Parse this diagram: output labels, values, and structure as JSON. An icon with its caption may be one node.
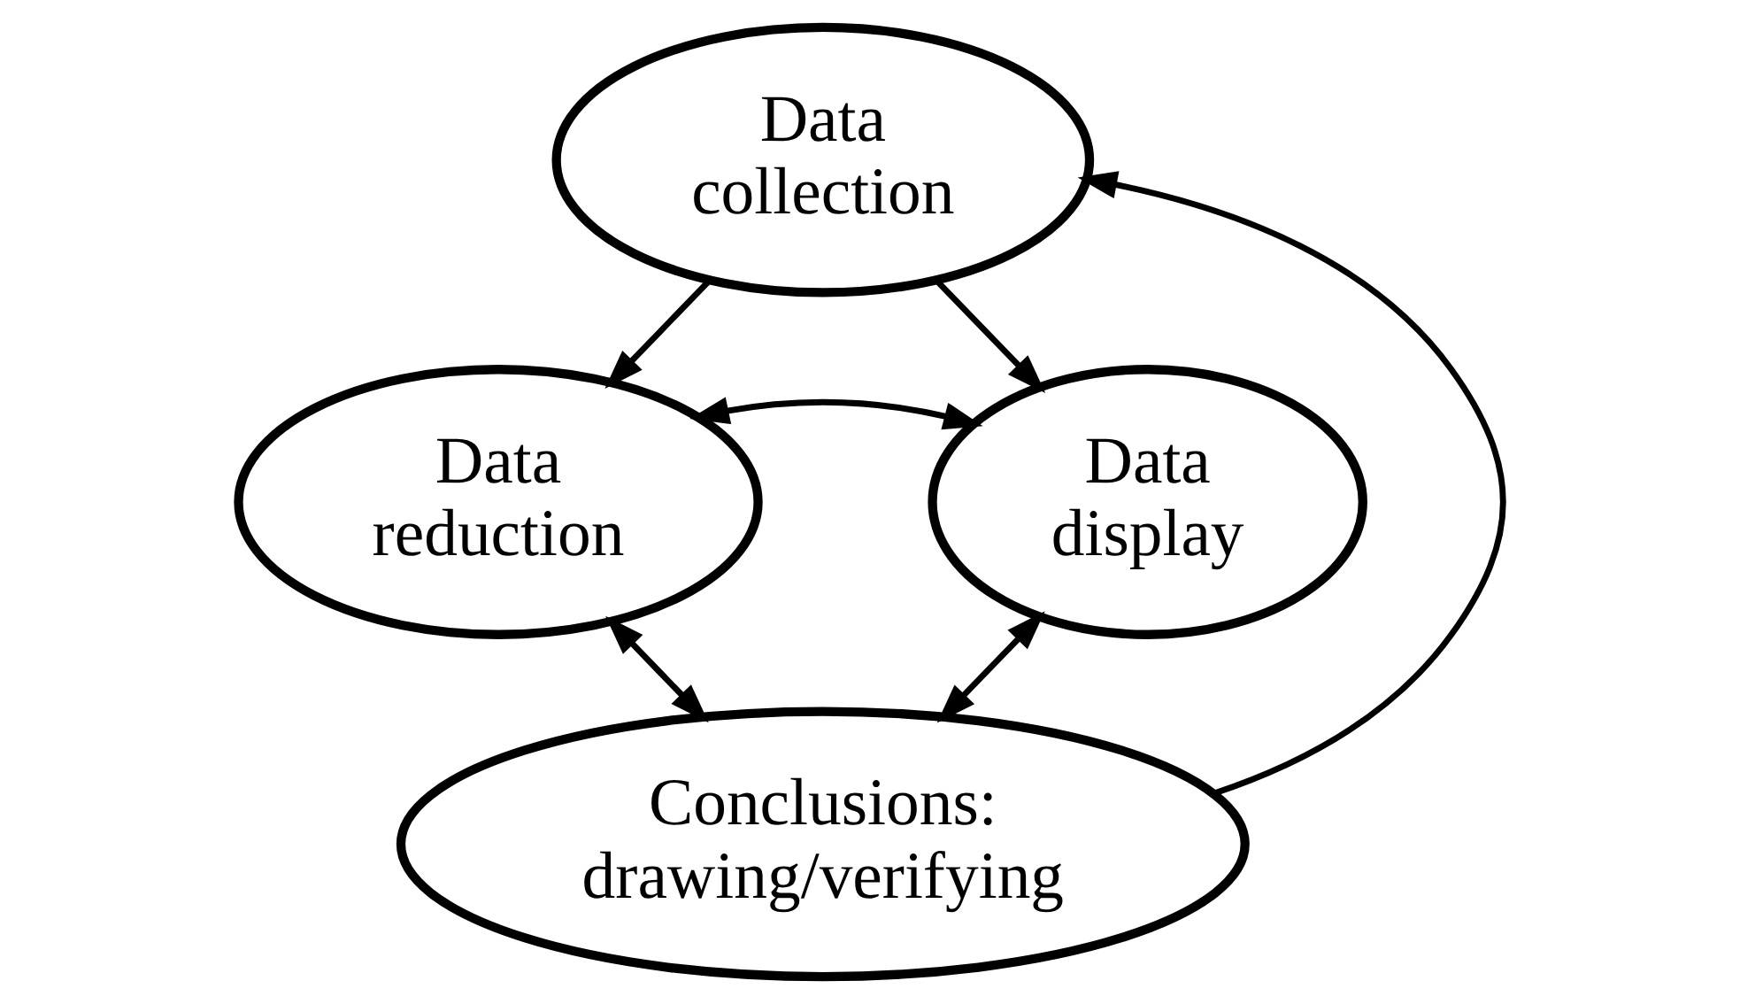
{
  "diagram": {
    "nodes": [
      {
        "text": [
          "Data collection"
        ]
      },
      {
        "text": [
          "Data display"
        ]
      },
      {
        "text": [
          "Data reduction"
        ]
      },
      {
        "text": [
          "Conclusions: drawing/verifying"
        ]
      }
    ],
    "edges": [
      {
        "from": 0,
        "to": 1,
        "arrow": "to"
      },
      {
        "from": 0,
        "to": 2,
        "arrow": "to"
      },
      {
        "from": 2,
        "to": 1,
        "arrow": "both"
      },
      {
        "from": 1,
        "to": 3,
        "arrow": "both"
      },
      {
        "from": 2,
        "to": 3,
        "arrow": "both"
      },
      {
        "from": 3,
        "to": 0,
        "arrow": "to"
      }
    ]
  }
}
